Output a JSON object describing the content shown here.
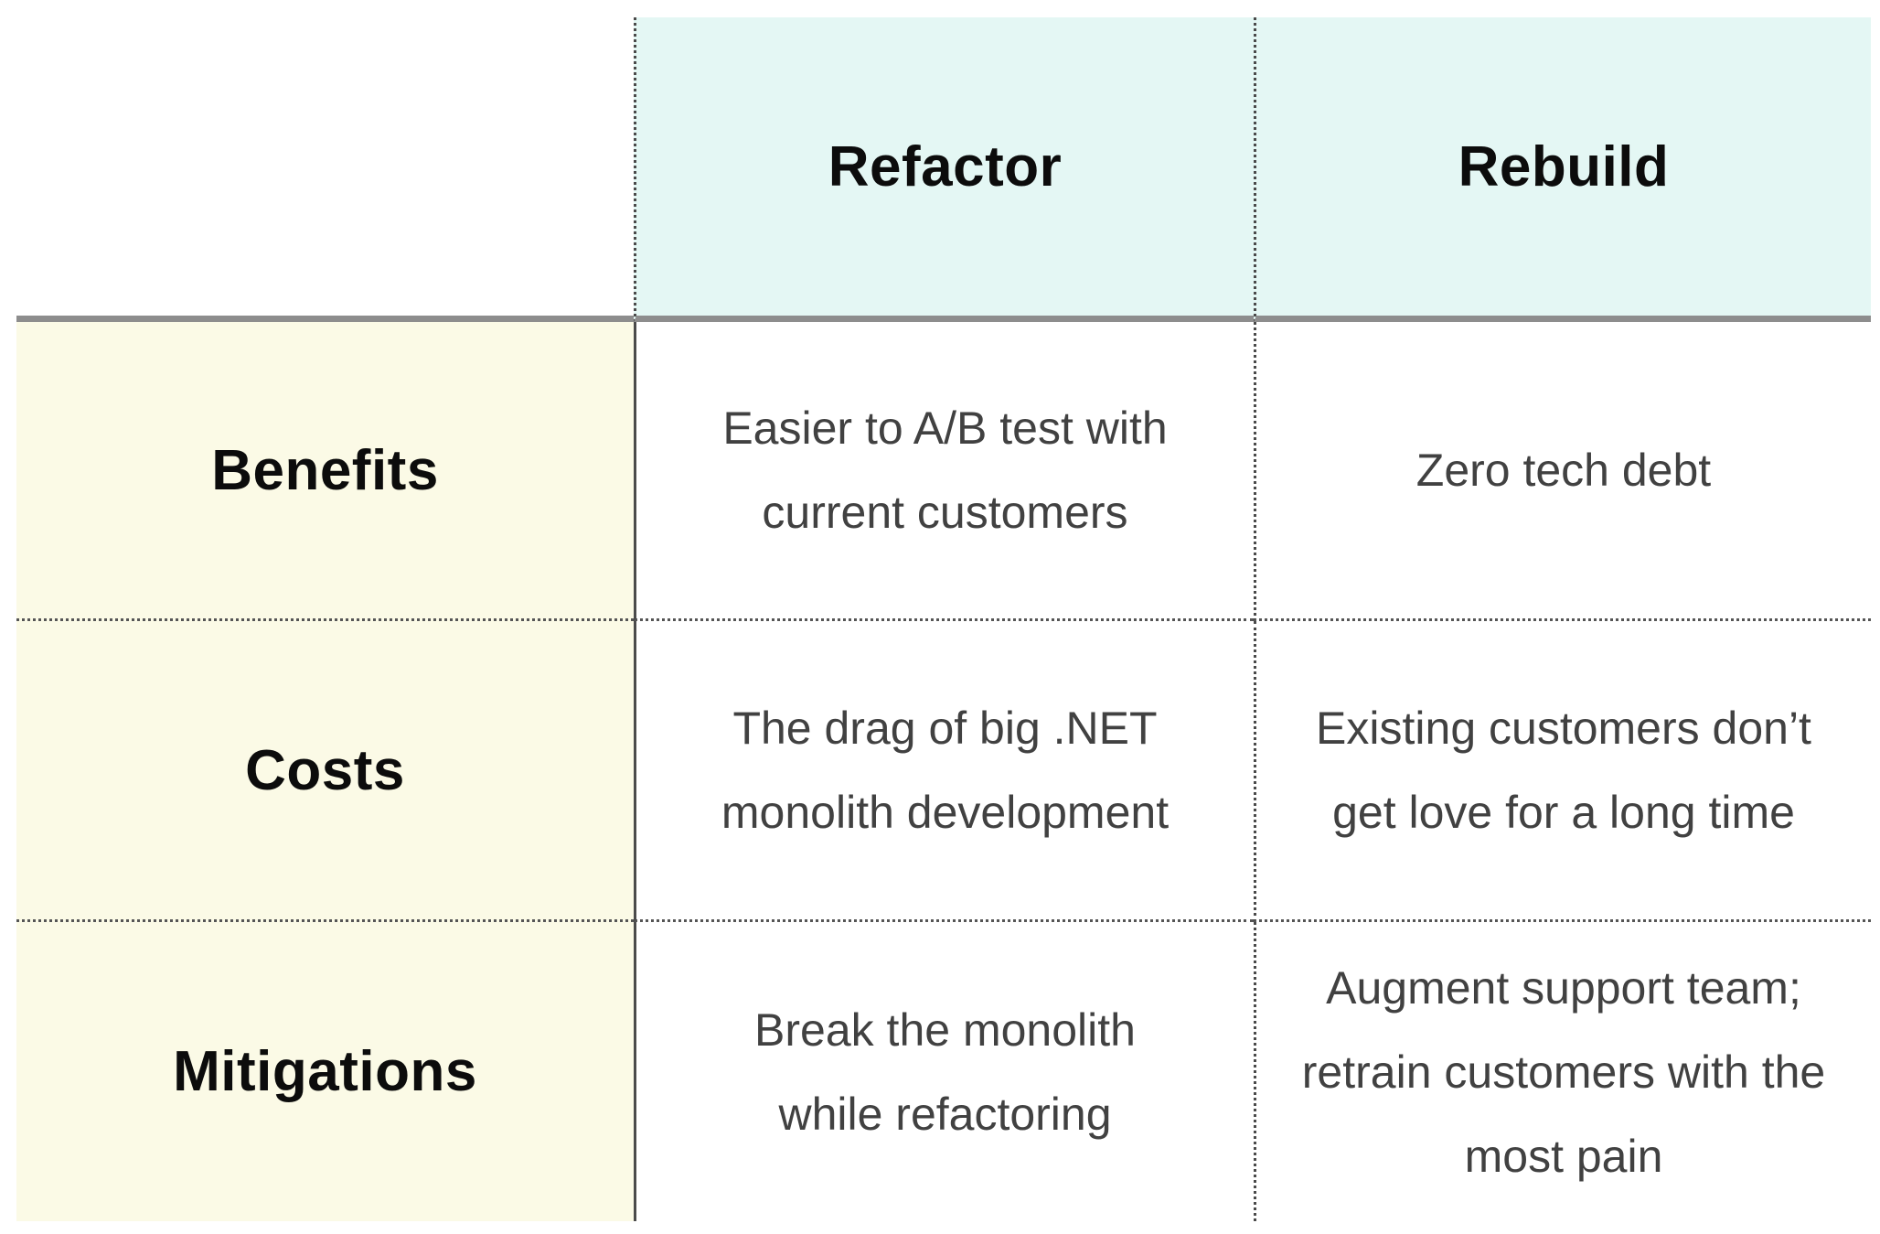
{
  "chart_data": {
    "type": "table",
    "column_headers": [
      "Refactor",
      "Rebuild"
    ],
    "row_headers": [
      "Benefits",
      "Costs",
      "Mitigations"
    ],
    "cells": [
      [
        "Easier to A/B test with\ncurrent customers",
        "Zero tech debt"
      ],
      [
        "The drag of big .NET\nmonolith development",
        "Existing customers don’t\nget love for a long time"
      ],
      [
        "Break the monolith\nwhile refactoring",
        "Augment support team;\nretrain customers with the\nmost pain"
      ]
    ],
    "layout_hints": {
      "grid": "4 rows x 3 columns",
      "header_row_bg_columns_only": true,
      "row_header_column_bg_only": true,
      "header_separator": "solid gray rule under header row",
      "row_separators": "dotted",
      "column_separators": "dotted in header; solid between row-header column and body, dotted between data columns"
    }
  },
  "colors": {
    "column_header_bg": "#e4f7f4",
    "row_header_bg": "#fbfae6",
    "header_rule": "#8d8d8d",
    "dotted_divider": "#4a4a4a",
    "solid_divider": "#4b4b4b",
    "heading_text": "#0c0c0c",
    "body_text": "#414141",
    "page_bg": "#ffffff"
  }
}
